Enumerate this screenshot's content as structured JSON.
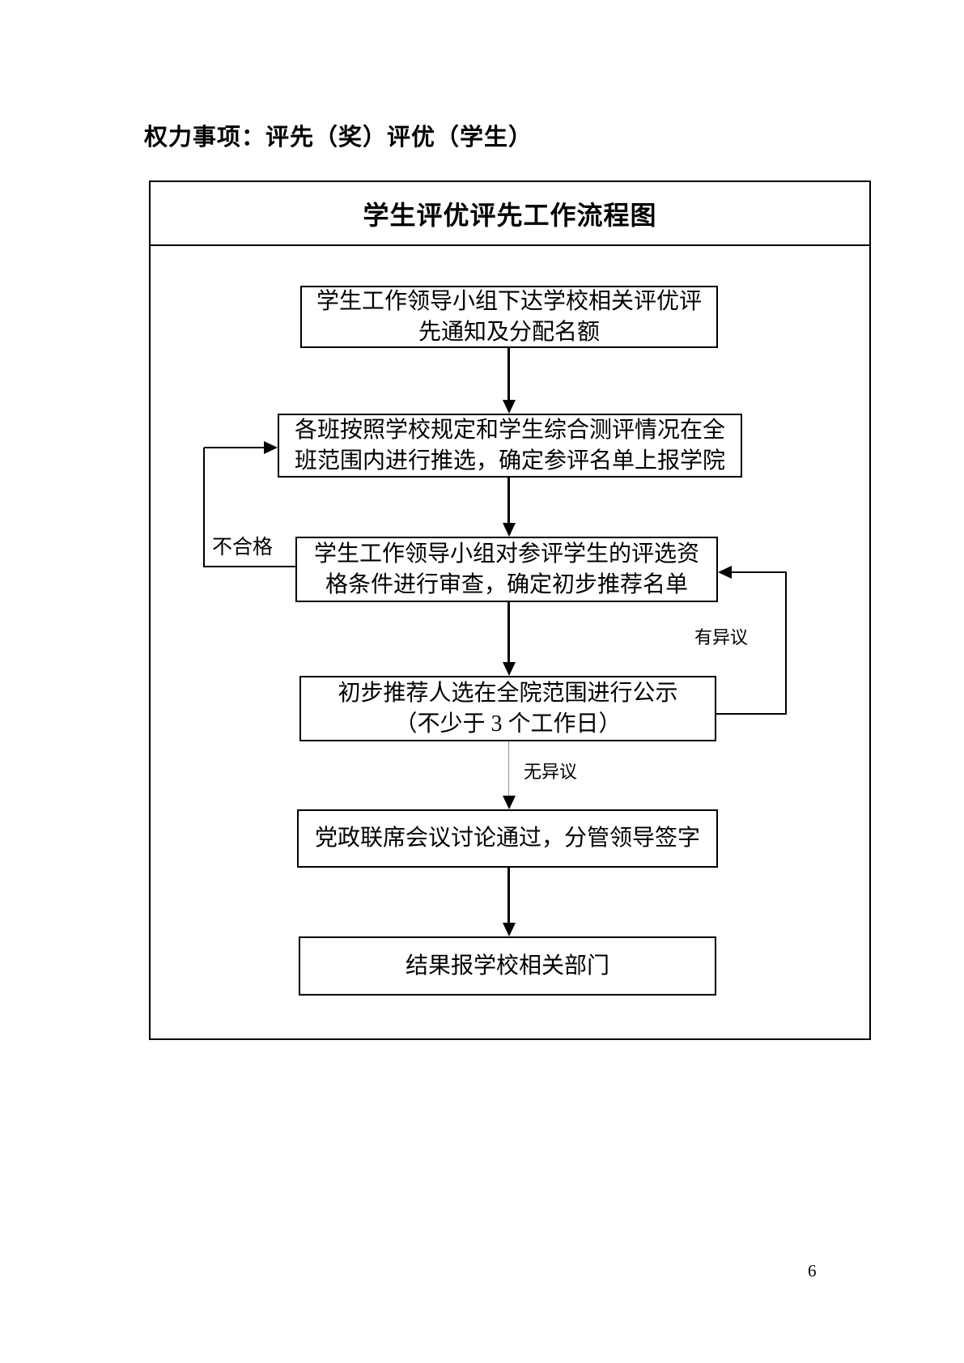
{
  "page": {
    "header": "权力事项：评先（奖）评优（学生）",
    "page_number": "6"
  },
  "flowchart": {
    "title": "学生评优评先工作流程图",
    "nodes": [
      {
        "id": "notice",
        "lines": [
          "学生工作领导小组下达学校相关评优评",
          "先通知及分配名额"
        ]
      },
      {
        "id": "class-recommend",
        "lines": [
          "各班按照学校规定和学生综合测评情况在全",
          "班范围内进行推选，确定参评名单上报学院"
        ]
      },
      {
        "id": "review",
        "lines": [
          "学生工作领导小组对参评学生的评选资",
          "格条件进行审查，确定初步推荐名单"
        ]
      },
      {
        "id": "publicity",
        "lines": [
          "初步推荐人选在全院范围进行公示",
          "（不少于 3 个工作日）"
        ]
      },
      {
        "id": "meeting",
        "lines": [
          "党政联席会议讨论通过，分管领导签字"
        ]
      },
      {
        "id": "report",
        "lines": [
          "结果报学校相关部门"
        ]
      }
    ],
    "edge_labels": {
      "unqualified": "不合格",
      "objection": "有异议",
      "no_objection": "无异议"
    },
    "colors": {
      "line": "#000000",
      "thin_connector": "#909090",
      "background": "#ffffff",
      "text": "#000000"
    }
  }
}
